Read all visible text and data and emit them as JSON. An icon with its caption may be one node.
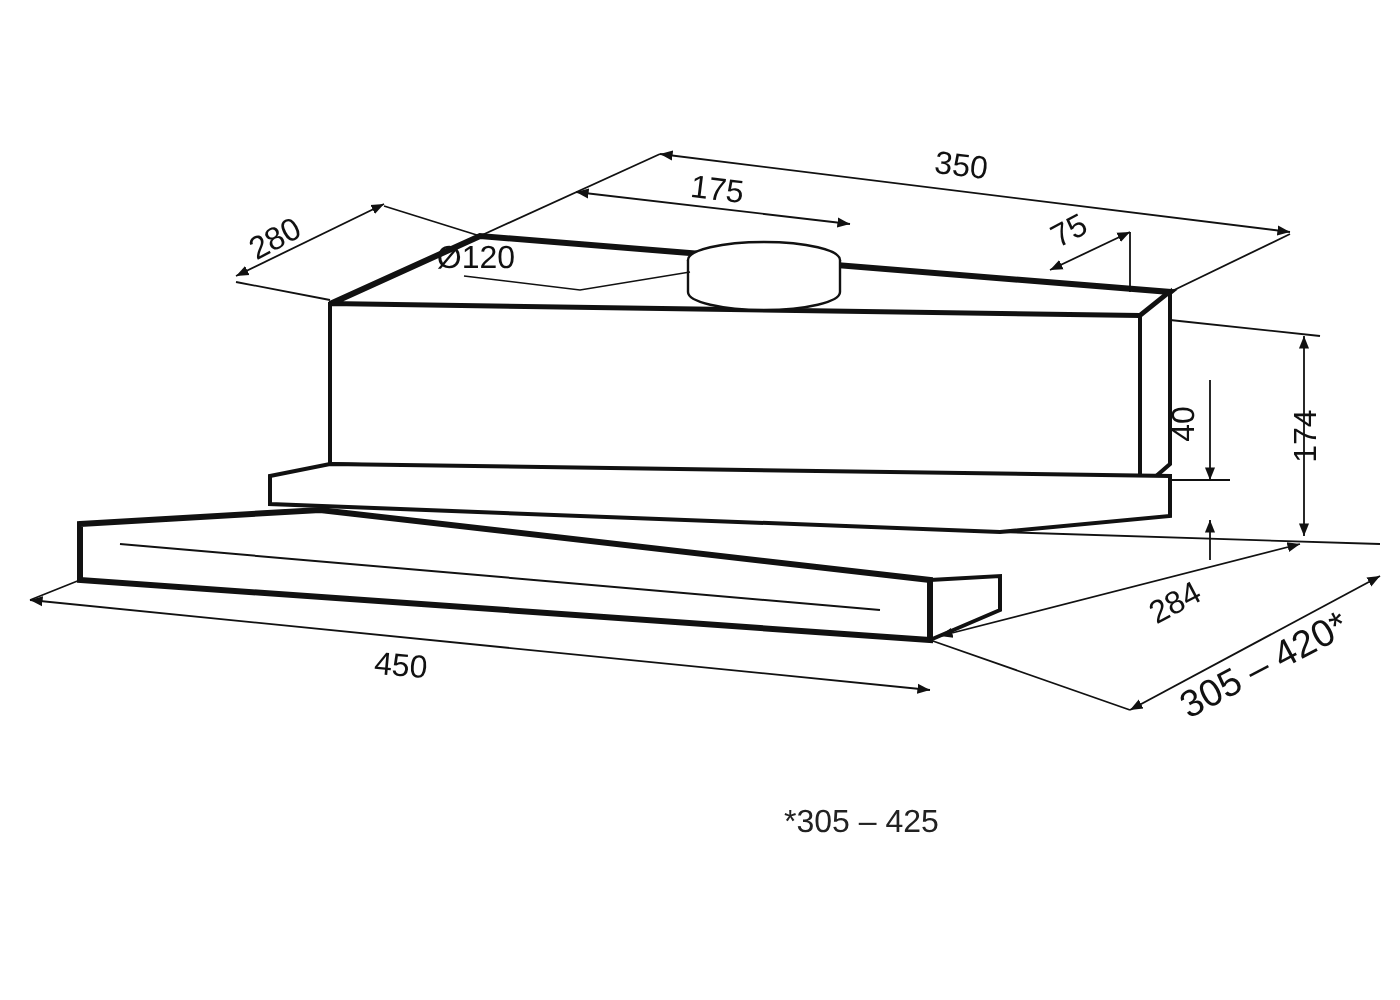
{
  "diagram": {
    "labels": [
      "280",
      "175",
      "350",
      "75",
      "Ø120",
      "40",
      "174",
      "284",
      "305 – 420*",
      "450",
      "*305 – 425"
    ]
  }
}
